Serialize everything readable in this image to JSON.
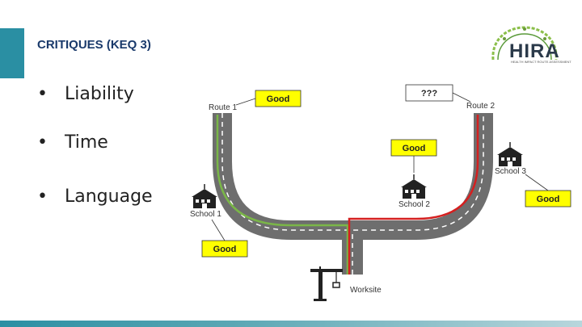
{
  "slide": {
    "title": "CRITIQUES (KEQ 3)",
    "bullets": [
      "Liability",
      "Time",
      "Language"
    ],
    "bullet_symbol": "•"
  },
  "logo": {
    "text": "HIRA",
    "subtitle": "HEALTH IMPACT ROUTE ASSESSMENT"
  },
  "diagram": {
    "route1_label": "Route 1",
    "route2_label": "Route 2",
    "route1_rating": "Good",
    "route2_rating": "???",
    "school1_label": "School 1",
    "school2_label": "School 2",
    "school3_label": "School 3",
    "school1_rating": "Good",
    "school2_rating": "Good",
    "school3_rating": "Good",
    "worksite_label": "Worksite"
  },
  "colors": {
    "accent": "#2a8fa3",
    "title": "#1a3a6b",
    "road": "#6e6e6e",
    "route1_line": "#7ab648",
    "route2_line": "#d42020",
    "rating_box": "#ffff00"
  },
  "icons": {
    "school": "school-building-icon",
    "worksite": "crane-icon"
  }
}
